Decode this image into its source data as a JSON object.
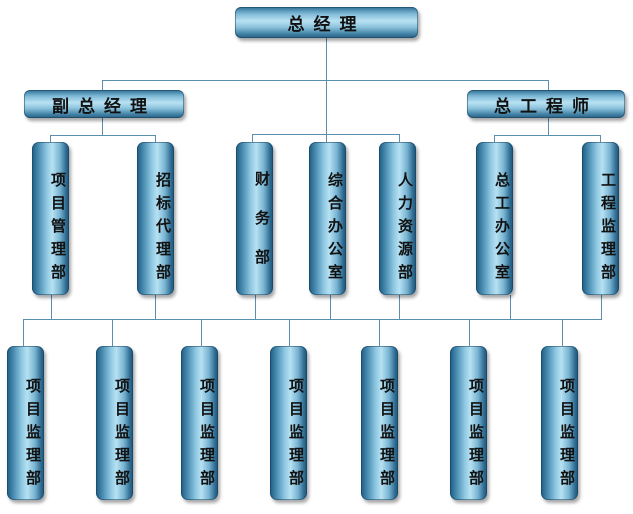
{
  "diagram": {
    "type": "org-chart",
    "root": {
      "label": "总经理"
    },
    "level2": [
      {
        "label": "副总经理"
      },
      {
        "label": "总工程师"
      }
    ],
    "departments": [
      {
        "label": "项目管理部",
        "reports_to": "副总经理"
      },
      {
        "label": "招标代理部",
        "reports_to": "副总经理"
      },
      {
        "label": "财务部",
        "reports_to": "总经理"
      },
      {
        "label": "综合办公室",
        "reports_to": "总经理"
      },
      {
        "label": "人力资源部",
        "reports_to": "总经理"
      },
      {
        "label": "总工办公室",
        "reports_to": "总工程师"
      },
      {
        "label": "工程监理部",
        "reports_to": "总工程师"
      }
    ],
    "project_units": [
      {
        "label": "项目监理部"
      },
      {
        "label": "项目监理部"
      },
      {
        "label": "项目监理部"
      },
      {
        "label": "项目监理部"
      },
      {
        "label": "项目监理部"
      },
      {
        "label": "项目监理部"
      },
      {
        "label": "项目监理部"
      }
    ],
    "colors": {
      "box_blue": "#4a8db2",
      "connector": "#5a8fb0",
      "text": "#111111"
    }
  }
}
